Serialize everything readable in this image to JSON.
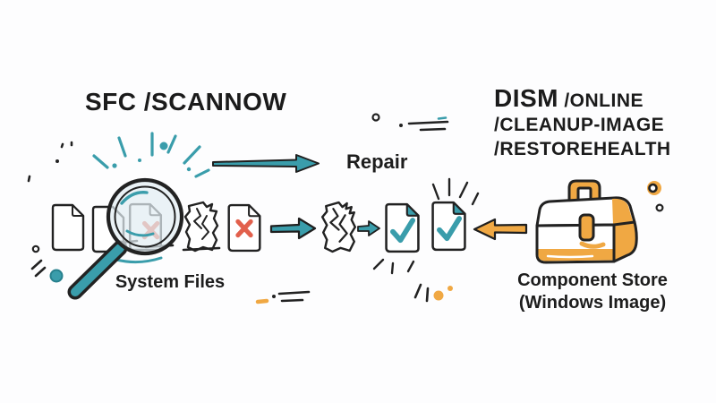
{
  "header_left": {
    "command": "SFC",
    "argument": "/SCANNOW"
  },
  "header_right": {
    "command": "DISM",
    "argument1": "/ONLINE",
    "argument2": "/CLEANUP-IMAGE",
    "argument3": "/RESTOREHEALTH"
  },
  "flow": {
    "repair_label": "Repair"
  },
  "labels": {
    "system_files": "System Files",
    "component_store_line1": "Component Store",
    "component_store_line2": "(Windows Image)"
  },
  "palette": {
    "teal": "#3A9DAB",
    "lens_fill": "#E2EDF3",
    "orange": "#F0A843",
    "red": "#E2604C",
    "ink": "#1F1F1F",
    "background": "#FDFDFE"
  },
  "icons": {
    "magnifier": "magnifier-icon",
    "document": "document-icon",
    "corrupt_document": "corrupt-document-icon",
    "cracked_document": "cracked-document-icon",
    "checked_document": "checked-document-icon",
    "toolbox": "toolbox-icon",
    "arrow_right": "arrow-right-icon",
    "arrow_left": "arrow-left-icon",
    "check": "check-glyph",
    "cross": "x-glyph",
    "sparkles": "sparkle-burst"
  }
}
